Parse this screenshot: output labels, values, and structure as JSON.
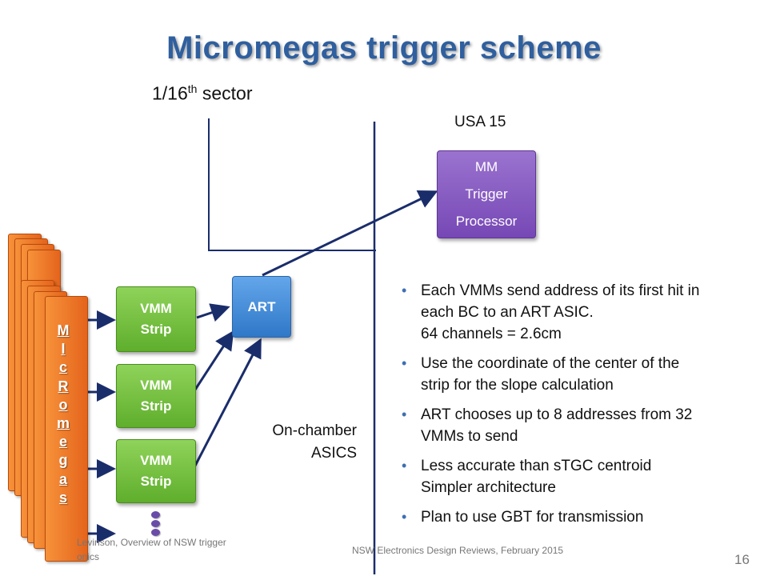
{
  "title": "Micromegas trigger scheme",
  "sector": {
    "prefix": "1/16",
    "sup": "th",
    "suffix": " sector"
  },
  "usa_label": "USA 15",
  "mm_processor": {
    "lines": [
      "MM",
      "Trigger",
      "Processor"
    ]
  },
  "art": {
    "label": "ART"
  },
  "vmm_boxes": [
    {
      "line1": "VMM",
      "line2": "Strip"
    },
    {
      "line1": "VMM",
      "line2": "Strip"
    },
    {
      "line1": "VMM",
      "line2": "Strip"
    }
  ],
  "micromegas_letters": [
    "M",
    "I",
    "c",
    "R",
    "o",
    "m",
    "e",
    "g",
    "a",
    "s"
  ],
  "on_chamber": {
    "line1": "On-chamber",
    "line2": "ASICS"
  },
  "bullets": [
    {
      "lines": [
        "Each VMMs send address of its first hit in",
        "each BC to an ART ASIC.",
        "64 channels = 2.6cm"
      ]
    },
    {
      "lines": [
        "Use the coordinate of the center of the",
        "strip for the slope calculation"
      ]
    },
    {
      "lines": [
        "ART chooses up to 8 addresses from 32",
        "VMMs to send"
      ]
    },
    {
      "lines": [
        "Less accurate than sTGC centroid",
        "Simpler architecture"
      ]
    },
    {
      "lines": [
        "Plan to use GBT for transmission"
      ]
    }
  ],
  "footer": {
    "left_line1": "Levinson, Overview of NSW trigger",
    "left_line2": "onics",
    "middle": "NSW Electronics Design Reviews, February 2015",
    "page": "16"
  },
  "colors": {
    "title": "#2f5f9e",
    "arrow": "#1a2d6b",
    "vmm": "#6dbb3a",
    "art": "#3b86d6",
    "mm": "#7f55be",
    "micromegas": "#f07d2e"
  }
}
